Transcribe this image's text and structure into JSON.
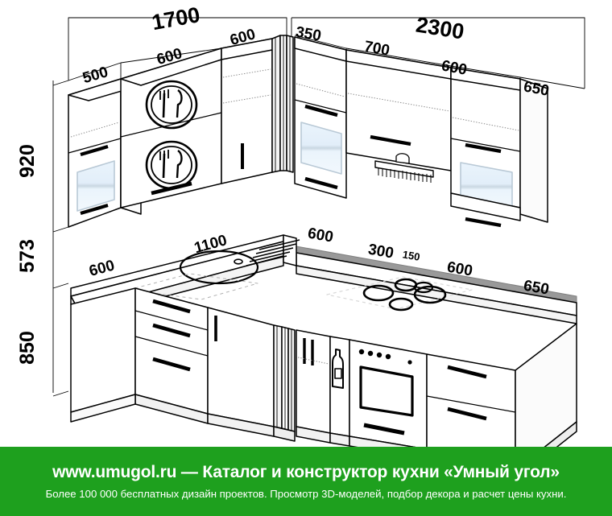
{
  "diagram": {
    "type": "kitchen-layout-isometric",
    "title_alt": "Угловая кухня — чертёж с размерами",
    "units": "mm",
    "overall_dimensions": [
      {
        "id": "left-run-total",
        "value": "1700"
      },
      {
        "id": "right-run-total",
        "value": "2300"
      }
    ],
    "wall_cabinet_widths_left": [
      {
        "id": "wall-l-1",
        "value": "500"
      },
      {
        "id": "wall-l-2",
        "value": "600"
      },
      {
        "id": "wall-l-3",
        "value": "600"
      }
    ],
    "corner_filler": {
      "id": "corner-filler",
      "value": "350"
    },
    "wall_cabinet_widths_right": [
      {
        "id": "wall-r-1",
        "value": "700"
      },
      {
        "id": "wall-r-2",
        "value": "600"
      },
      {
        "id": "wall-r-3",
        "value": "650"
      }
    ],
    "height_dimensions": [
      {
        "id": "wall-cabinet-height",
        "value": "920"
      },
      {
        "id": "backsplash-height",
        "value": "573"
      },
      {
        "id": "base-cabinet-height",
        "value": "850"
      }
    ],
    "base_cabinet_widths_left": [
      {
        "id": "base-l-1",
        "value": "600"
      },
      {
        "id": "base-l-2",
        "value": "1100"
      },
      {
        "id": "base-l-3",
        "value": "600"
      }
    ],
    "base_cabinet_widths_right": [
      {
        "id": "base-r-1",
        "value": "300"
      },
      {
        "id": "base-r-2",
        "value": "150",
        "small": true
      },
      {
        "id": "base-r-3",
        "value": "600"
      },
      {
        "id": "base-r-4",
        "value": "650"
      }
    ],
    "appliances": [
      {
        "id": "sink",
        "label": "round sink with drainer"
      },
      {
        "id": "hob",
        "label": "4-burner hob"
      },
      {
        "id": "oven",
        "label": "built-in oven"
      },
      {
        "id": "range-hood",
        "label": "range hood"
      },
      {
        "id": "bottle-rack",
        "label": "bottle rack 150"
      }
    ],
    "door_icons": [
      {
        "id": "dish-rack-upper",
        "label": "fork-and-knife dish rack"
      },
      {
        "id": "dish-rack-lower",
        "label": "fork-and-knife dish rack"
      }
    ],
    "colors": {
      "outline": "#000000",
      "glass": "#e8f2fb",
      "glass_edge": "#b9c9d6",
      "worktop_edge": "#808080",
      "handle": "#000000",
      "banner_bg": "#1EA01E",
      "banner_text": "#FFFFFF"
    }
  },
  "banner": {
    "line1": "www.umugol.ru — Каталог и конструктор кухни «Умный угол»",
    "line2": "Более 100 000 бесплатных дизайн проектов. Просмотр 3D-моделей, подбор декора и расчет цены кухни."
  }
}
